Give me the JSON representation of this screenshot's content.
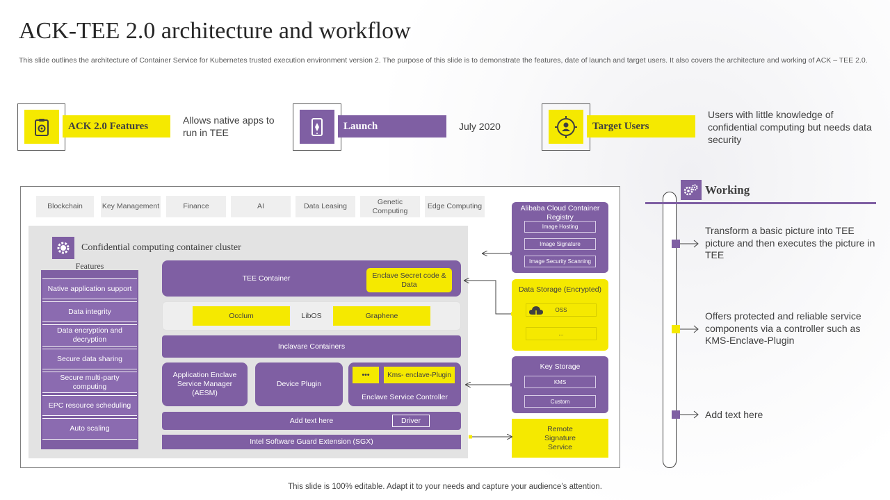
{
  "title": "ACK-TEE 2.0 architecture and workflow",
  "subtitle": "This slide outlines the architecture of Container Service for Kubernetes trusted execution environment version 2. The purpose of this slide is to demonstrate the features, date of launch and target users. It also covers the architecture and working of ACK – TEE 2.0.",
  "highlights": [
    {
      "label": "ACK 2.0 Features",
      "text": "Allows native apps to run in TEE",
      "icon": "clipboard-gear-icon"
    },
    {
      "label": "Launch",
      "text": "July 2020",
      "icon": "rocket-phone-icon"
    },
    {
      "label": "Target Users",
      "text": "Users with little knowledge of confidential computing but needs data security",
      "icon": "target-user-icon"
    }
  ],
  "categories": [
    "Blockchain",
    "Key Management",
    "Finance",
    "AI",
    "Data  Leasing",
    "Genetic Computing",
    "Edge Computing"
  ],
  "cluster": {
    "title": "Confidential computing container cluster",
    "features_heading": "Features",
    "features": [
      "Native application support",
      "Data integrity",
      "Data encryption and decryption",
      "Secure data sharing",
      "Secure multi-party computing",
      "EPC  resource scheduling",
      "Auto scaling"
    ],
    "tee_container": "TEE  Container",
    "enclave_secret": "Enclave Secret code & Data",
    "occlum": "Occlum",
    "libos": "LibOS",
    "graphene": "Graphene",
    "inclavare": "Inclavare Containers",
    "aesm": "Application Enclave Service Manager (AESM)",
    "device_plugin": "Device Plugin",
    "dots": "•••",
    "kms_plugin": "Kms- enclave-Plugin",
    "enclave_controller": "Enclave Service Controller",
    "add_text": "Add text here",
    "driver": "Driver",
    "sgx": "Intel Software Guard Extension (SGX)"
  },
  "side": {
    "registry_title": "Alibaba Cloud Container Registry",
    "registry_items": [
      "Image Hosting",
      "Image Signature",
      "Image Security  Scanning"
    ],
    "storage_title": "Data Storage (Encrypted)",
    "storage_items": [
      "OSS",
      "…"
    ],
    "key_title": "Key Storage",
    "key_items": [
      "KMS",
      "Custom"
    ],
    "remote": "Remote Signature Service"
  },
  "working": {
    "title": "Working",
    "steps": [
      {
        "text": "Transform a basic picture into TEE picture and then executes the picture in TEE",
        "color": "#7f5fa3"
      },
      {
        "text": "Offers protected and reliable service components via a controller such as KMS-Enclave-Plugin",
        "color": "#f5e900"
      },
      {
        "text": "Add text here",
        "color": "#7f5fa3"
      }
    ]
  },
  "footer": "This slide is 100% editable. Adapt it to your needs and capture your audience’s attention.",
  "colors": {
    "purple": "#7f5fa3",
    "yellow": "#f5e900"
  }
}
